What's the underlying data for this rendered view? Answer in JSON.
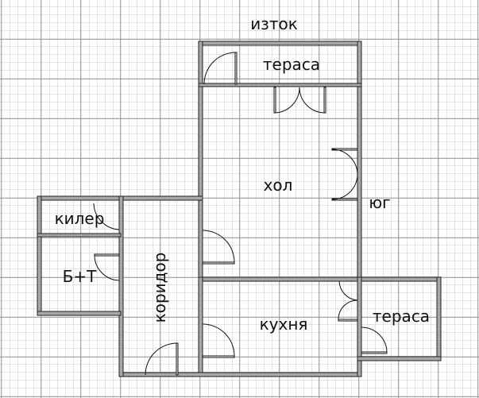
{
  "plan": {
    "orientation": {
      "east": "изток",
      "south": "юг"
    },
    "rooms": {
      "terrace_top": "тераса",
      "living": "хол",
      "storage": "килер",
      "bathroom": "Б+Т",
      "corridor": "коридор",
      "kitchen": "кухня",
      "terrace_right": "тераса"
    },
    "colors": {
      "grid_minor": "#c8c8c8",
      "grid_major": "#8c8c8c",
      "wall": "#a8a8a8",
      "wall_edge": "#222222"
    }
  }
}
